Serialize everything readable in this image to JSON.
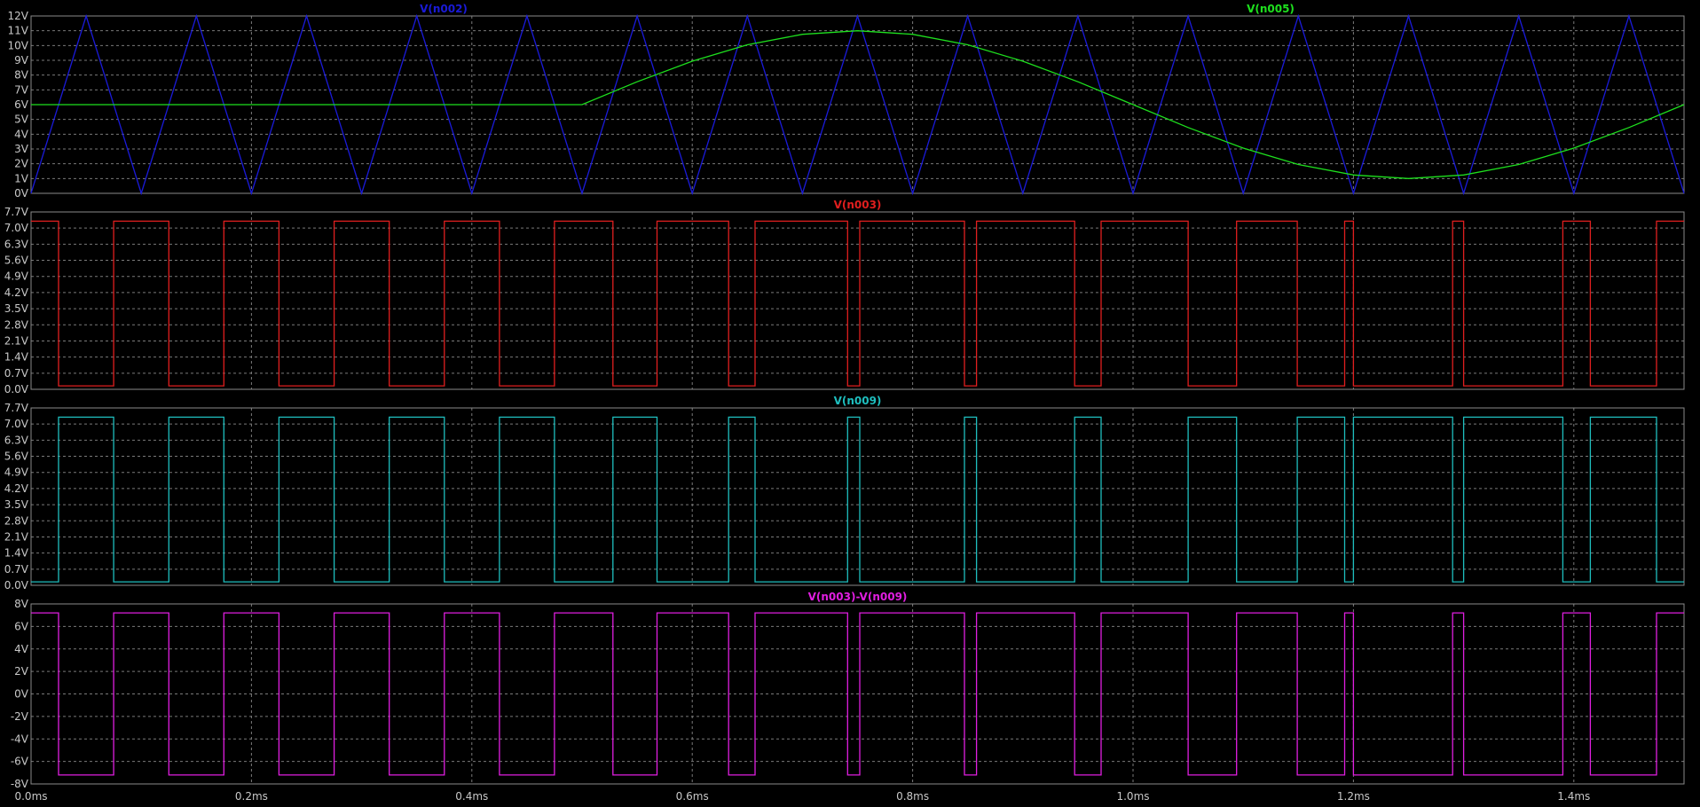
{
  "window": {
    "background": "#000000",
    "grid_color": "#7a7a7a",
    "frame_color": "#8a8a8a",
    "text_color": "#c8c8c8"
  },
  "chart_data": [
    {
      "type": "line",
      "xlim": [
        0,
        1.5
      ],
      "xticks": [
        0,
        0.2,
        0.4,
        0.6,
        0.8,
        1.0,
        1.2,
        1.4
      ],
      "xtick_labels": [
        "0.0ms",
        "0.2ms",
        "0.4ms",
        "0.6ms",
        "0.8ms",
        "1.0ms",
        "1.2ms",
        "1.4ms"
      ],
      "ylim": [
        0,
        12
      ],
      "yticks": [
        0,
        1,
        2,
        3,
        4,
        5,
        6,
        7,
        8,
        9,
        10,
        11,
        12
      ],
      "ytick_labels": [
        "0V",
        "1V",
        "2V",
        "3V",
        "4V",
        "5V",
        "6V",
        "7V",
        "8V",
        "9V",
        "10V",
        "11V",
        "12V"
      ],
      "grid": true,
      "series": [
        {
          "name": "V(n002)",
          "color": "#1a1ad8",
          "x": [
            0,
            0.05,
            0.1,
            0.15,
            0.2,
            0.25,
            0.3,
            0.35,
            0.4,
            0.45,
            0.5,
            0.55,
            0.6,
            0.65,
            0.7,
            0.75,
            0.8,
            0.85,
            0.9,
            0.95,
            1.0,
            1.05,
            1.1,
            1.15,
            1.2,
            1.25,
            1.3,
            1.35,
            1.4,
            1.45,
            1.5
          ],
          "y": [
            0,
            12,
            0,
            12,
            0,
            12,
            0,
            12,
            0,
            12,
            0,
            12,
            0,
            12,
            0,
            12,
            0,
            12,
            0,
            12,
            0,
            12,
            0,
            12,
            0,
            12,
            0,
            12,
            0,
            12,
            0
          ]
        },
        {
          "name": "V(n005)",
          "color": "#1ee01e",
          "x": [
            0,
            0.5,
            0.55,
            0.6,
            0.65,
            0.7,
            0.75,
            0.8,
            0.85,
            0.9,
            0.95,
            1.0,
            1.05,
            1.1,
            1.15,
            1.2,
            1.25,
            1.3,
            1.35,
            1.4,
            1.45,
            1.5
          ],
          "y": [
            6,
            6,
            7.55,
            8.94,
            10.05,
            10.76,
            11.0,
            10.76,
            10.05,
            8.94,
            7.55,
            6.0,
            4.45,
            3.06,
            1.95,
            1.24,
            1.0,
            1.24,
            1.95,
            3.06,
            4.45,
            6.0
          ]
        }
      ]
    },
    {
      "type": "line",
      "xlim": [
        0,
        1.5
      ],
      "ylim": [
        0,
        7.7
      ],
      "yticks": [
        0,
        0.7,
        1.4,
        2.1,
        2.8,
        3.5,
        4.2,
        4.9,
        5.6,
        6.3,
        7.0,
        7.7
      ],
      "ytick_labels": [
        "0.0V",
        "0.7V",
        "1.4V",
        "2.1V",
        "2.8V",
        "3.5V",
        "4.2V",
        "4.9V",
        "5.6V",
        "6.3V",
        "7.0V",
        "7.7V"
      ],
      "grid": true,
      "series": [
        {
          "name": "V(n003)",
          "color": "#e01e1e",
          "low": 0.15,
          "high": 7.3,
          "high_intervals": [
            [
              0,
              0.025
            ],
            [
              0.075,
              0.125
            ],
            [
              0.175,
              0.225
            ],
            [
              0.275,
              0.325
            ],
            [
              0.375,
              0.425
            ],
            [
              0.475,
              0.528
            ],
            [
              0.568,
              0.633
            ],
            [
              0.657,
              0.741
            ],
            [
              0.752,
              0.847
            ],
            [
              0.858,
              0.947
            ],
            [
              0.971,
              1.05
            ],
            [
              1.094,
              1.149
            ],
            [
              1.192,
              1.2
            ],
            [
              1.29,
              1.3
            ],
            [
              1.39,
              1.415
            ],
            [
              1.475,
              1.5
            ]
          ]
        }
      ]
    },
    {
      "type": "line",
      "xlim": [
        0,
        1.5
      ],
      "ylim": [
        0,
        7.7
      ],
      "yticks": [
        0,
        0.7,
        1.4,
        2.1,
        2.8,
        3.5,
        4.2,
        4.9,
        5.6,
        6.3,
        7.0,
        7.7
      ],
      "ytick_labels": [
        "0.0V",
        "0.7V",
        "1.4V",
        "2.1V",
        "2.8V",
        "3.5V",
        "4.2V",
        "4.9V",
        "5.6V",
        "6.3V",
        "7.0V",
        "7.7V"
      ],
      "grid": true,
      "series": [
        {
          "name": "V(n009)",
          "color": "#1ebebe",
          "low": 0.15,
          "high": 7.3,
          "high_intervals": [
            [
              0.025,
              0.075
            ],
            [
              0.125,
              0.175
            ],
            [
              0.225,
              0.275
            ],
            [
              0.325,
              0.375
            ],
            [
              0.425,
              0.475
            ],
            [
              0.528,
              0.568
            ],
            [
              0.633,
              0.657
            ],
            [
              0.741,
              0.752
            ],
            [
              0.847,
              0.858
            ],
            [
              0.947,
              0.971
            ],
            [
              1.05,
              1.094
            ],
            [
              1.149,
              1.192
            ],
            [
              1.2,
              1.29
            ],
            [
              1.3,
              1.39
            ],
            [
              1.415,
              1.475
            ]
          ]
        }
      ]
    },
    {
      "type": "line",
      "xlim": [
        0,
        1.5
      ],
      "ylim": [
        -8,
        8
      ],
      "yticks": [
        -8,
        -6,
        -4,
        -2,
        0,
        2,
        4,
        6,
        8
      ],
      "ytick_labels": [
        "-8V",
        "-6V",
        "-4V",
        "-2V",
        "0V",
        "2V",
        "4V",
        "6V",
        "8V"
      ],
      "grid": true,
      "series": [
        {
          "name": "V(n003)-V(n009)",
          "color": "#e01ee0",
          "low": -7.2,
          "high": 7.2,
          "high_intervals": [
            [
              0,
              0.025
            ],
            [
              0.075,
              0.125
            ],
            [
              0.175,
              0.225
            ],
            [
              0.275,
              0.325
            ],
            [
              0.375,
              0.425
            ],
            [
              0.475,
              0.528
            ],
            [
              0.568,
              0.633
            ],
            [
              0.657,
              0.741
            ],
            [
              0.752,
              0.847
            ],
            [
              0.858,
              0.947
            ],
            [
              0.971,
              1.05
            ],
            [
              1.094,
              1.149
            ],
            [
              1.192,
              1.2
            ],
            [
              1.29,
              1.3
            ],
            [
              1.39,
              1.415
            ],
            [
              1.475,
              1.5
            ]
          ]
        }
      ]
    }
  ]
}
